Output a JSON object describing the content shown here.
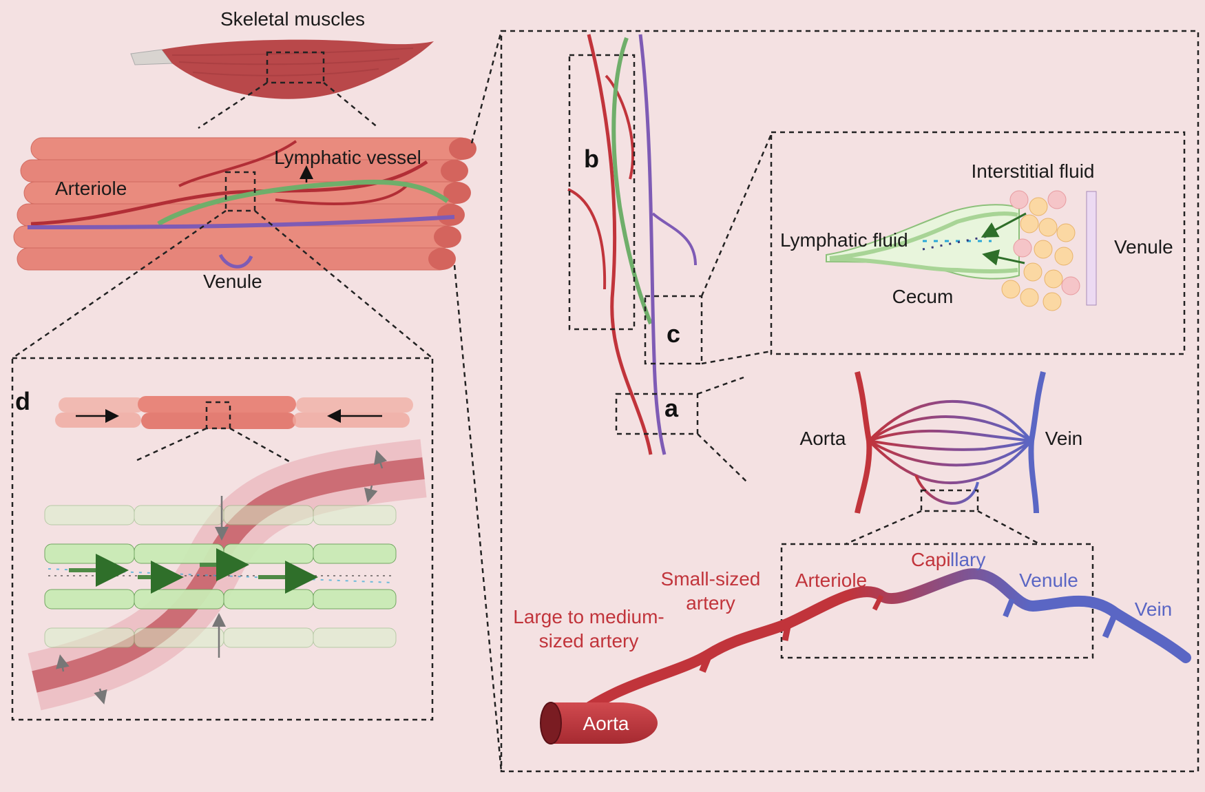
{
  "colors": {
    "background": "#f4e1e2",
    "artery": "#c1343b",
    "vein": "#5a66c4",
    "lymph": "#6fae6a",
    "muscle": "#e37d73",
    "venule_purple": "#7e5bb5"
  },
  "labels": {
    "skeletal_muscles": "Skeletal muscles",
    "lymphatic_vessel": "Lymphatic vessel",
    "arteriole": "Arteriole",
    "venule": "Venule",
    "panel_a": "a",
    "panel_b": "b",
    "panel_c": "c",
    "panel_d": "d",
    "interstitial_fluid": "Interstitial fluid",
    "lymphatic_fluid": "Lymphatic fluid",
    "venule_c": "Venule",
    "cecum": "Cecum",
    "aorta_network": "Aorta",
    "vein_network": "Vein",
    "small_sized_artery_1": "Small-sized",
    "small_sized_artery_2": "artery",
    "large_medium_artery_1": "Large to medium-",
    "large_medium_artery_2": "sized artery",
    "arteriole_seq": "Arteriole",
    "capillary_a": "Capi",
    "capillary_b": "llary",
    "venule_seq": "Venule",
    "vein_seq": "Vein",
    "aorta_tube": "Aorta"
  },
  "icons": [
    "skeletal-muscle-icon",
    "muscle-fiber-bundle-icon",
    "blood-vessel-network-icon",
    "lymphatic-cecum-icon",
    "contracting-fiber-icon"
  ]
}
